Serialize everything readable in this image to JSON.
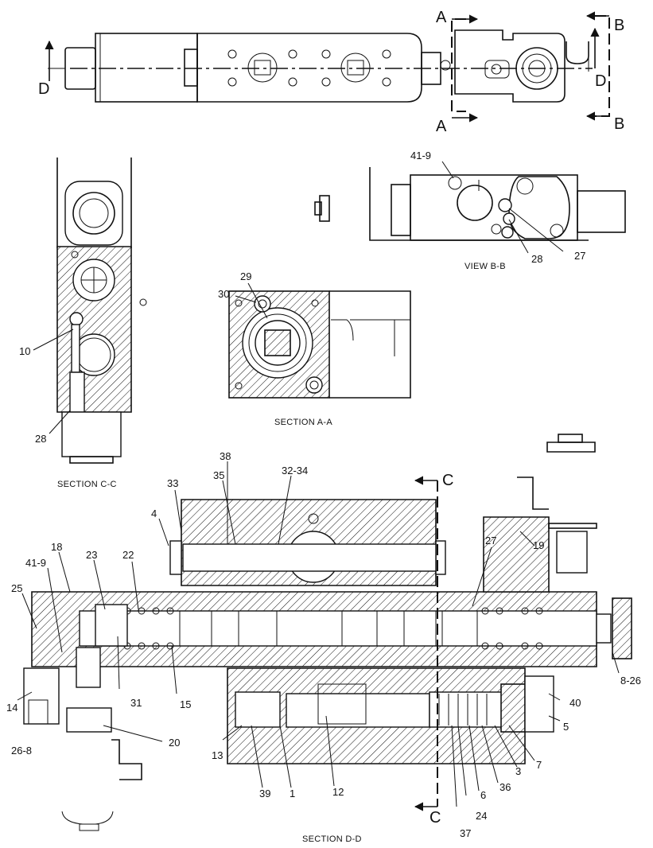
{
  "top_view": {
    "section_markers": [
      "A",
      "A",
      "B",
      "B",
      "D",
      "D"
    ]
  },
  "views": {
    "section_cc": "SECTION C-C",
    "section_aa": "SECTION A-A",
    "view_bb": "VIEW B-B",
    "section_dd": "SECTION D-D"
  },
  "section_dd_markers": [
    "C",
    "C"
  ],
  "callouts": {
    "cc": [
      "10",
      "28"
    ],
    "bb": [
      "41-9",
      "28",
      "27"
    ],
    "aa": [
      "29",
      "30"
    ],
    "dd": [
      "38",
      "35",
      "32-34",
      "33",
      "4",
      "18",
      "41-9",
      "23",
      "22",
      "25",
      "27",
      "19",
      "14",
      "26-8",
      "31",
      "15",
      "20",
      "13",
      "39",
      "1",
      "12",
      "37",
      "24",
      "6",
      "36",
      "3",
      "7",
      "5",
      "40",
      "8-26"
    ]
  }
}
